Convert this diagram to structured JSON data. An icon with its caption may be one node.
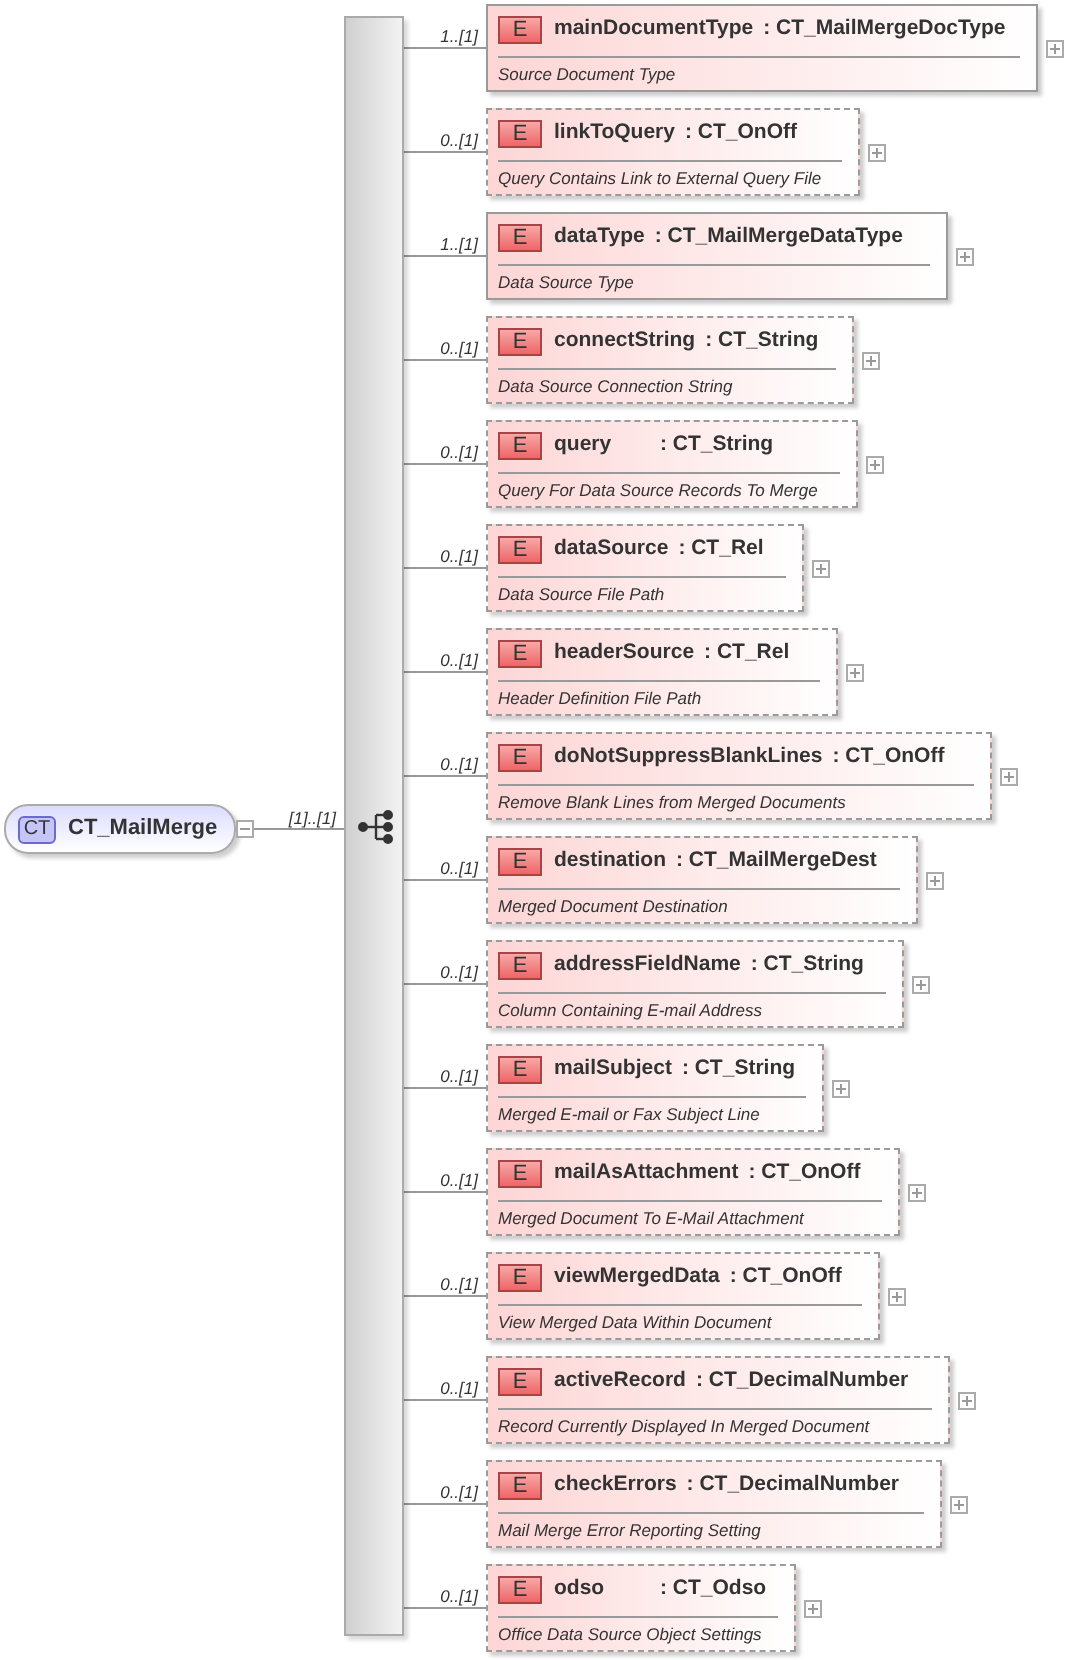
{
  "diagram": {
    "nodes": [
      {
        "text": [
          "CT",
          "CT_MailMerge"
        ]
      },
      {
        "text": [],
        "shape": "bar"
      },
      {
        "text": [
          "E",
          "mainDocumentType",
          ": CT_MailMergeDocType",
          "Source Document Type"
        ]
      },
      {
        "text": [
          "E",
          "linkToQuery",
          ": CT_OnOff",
          "Query Contains Link to External Query File"
        ]
      },
      {
        "text": [
          "E",
          "dataType",
          ": CT_MailMergeDataType",
          "Data Source Type"
        ]
      },
      {
        "text": [
          "E",
          "connectString",
          ": CT_String",
          "Data Source Connection String"
        ]
      },
      {
        "text": [
          "E",
          "query",
          ": CT_String",
          "Query For Data Source Records To Merge"
        ]
      },
      {
        "text": [
          "E",
          "dataSource",
          ": CT_Rel",
          "Data Source File Path"
        ]
      },
      {
        "text": [
          "E",
          "headerSource",
          ": CT_Rel",
          "Header Definition File Path"
        ]
      },
      {
        "text": [
          "E",
          "doNotSuppressBlankLines",
          ": CT_OnOff",
          "Remove Blank Lines from Merged Documents"
        ]
      },
      {
        "text": [
          "E",
          "destination",
          ": CT_MailMergeDest",
          "Merged Document Destination"
        ]
      },
      {
        "text": [
          "E",
          "addressFieldName",
          ": CT_String",
          "Column Containing E-mail Address"
        ]
      },
      {
        "text": [
          "E",
          "mailSubject",
          ": CT_String",
          "Merged E-mail or Fax Subject Line"
        ]
      },
      {
        "text": [
          "E",
          "mailAsAttachment",
          ": CT_OnOff",
          "Merged Document To E-Mail Attachment"
        ]
      },
      {
        "text": [
          "E",
          "viewMergedData",
          ": CT_OnOff",
          "View Merged Data Within Document"
        ]
      },
      {
        "text": [
          "E",
          "activeRecord",
          ": CT_DecimalNumber",
          "Record Currently Displayed In Merged Document"
        ]
      },
      {
        "text": [
          "E",
          "checkErrors",
          ": CT_DecimalNumber",
          "Mail Merge Error Reporting Setting"
        ]
      },
      {
        "text": [
          "E",
          "odso",
          ": CT_Odso",
          "Office Data Source Object Settings"
        ]
      }
    ],
    "edges": [
      {
        "from": 0,
        "to": 1,
        "arrow": "none",
        "label": "[1]..[1]"
      },
      {
        "from": 1,
        "to": 2,
        "arrow": "none",
        "label": "1..[1]"
      },
      {
        "from": 1,
        "to": 3,
        "arrow": "none",
        "label": "0..[1]"
      },
      {
        "from": 1,
        "to": 4,
        "arrow": "none",
        "label": "1..[1]"
      },
      {
        "from": 1,
        "to": 5,
        "arrow": "none",
        "label": "0..[1]"
      },
      {
        "from": 1,
        "to": 6,
        "arrow": "none",
        "label": "0..[1]"
      },
      {
        "from": 1,
        "to": 7,
        "arrow": "none",
        "label": "0..[1]"
      },
      {
        "from": 1,
        "to": 8,
        "arrow": "none",
        "label": "0..[1]"
      },
      {
        "from": 1,
        "to": 9,
        "arrow": "none",
        "label": "0..[1]"
      },
      {
        "from": 1,
        "to": 10,
        "arrow": "none",
        "label": "0..[1]"
      },
      {
        "from": 1,
        "to": 11,
        "arrow": "none",
        "label": "0..[1]"
      },
      {
        "from": 1,
        "to": 12,
        "arrow": "none",
        "label": "0..[1]"
      },
      {
        "from": 1,
        "to": 13,
        "arrow": "none",
        "label": "0..[1]"
      },
      {
        "from": 1,
        "to": 14,
        "arrow": "none",
        "label": "0..[1]"
      },
      {
        "from": 1,
        "to": 15,
        "arrow": "none",
        "label": "0..[1]"
      },
      {
        "from": 1,
        "to": 16,
        "arrow": "none",
        "label": "0..[1]"
      },
      {
        "from": 1,
        "to": 17,
        "arrow": "none",
        "label": "0..[1]"
      }
    ]
  }
}
